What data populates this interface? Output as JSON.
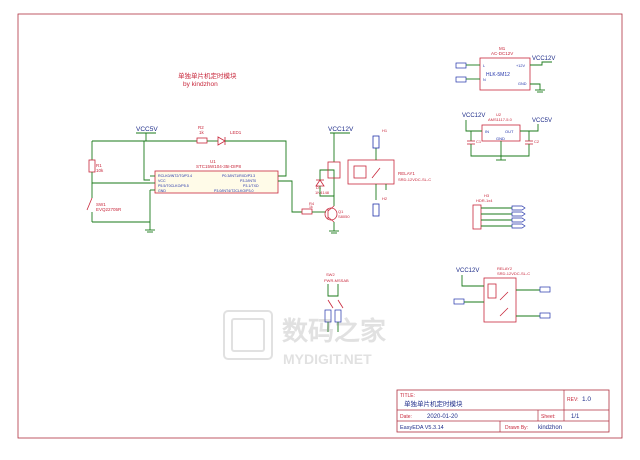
{
  "project_note": {
    "title": "单独单片机定时模块",
    "by": "by  kindzhon"
  },
  "power_labels": {
    "vcc5v_left": "VCC5V",
    "vcc12v_mid": "VCC12V",
    "vcc12v_m1": "VCC12V",
    "vcc12v_u2": "VCC12V",
    "vcc5v_u2": "VCC5V",
    "vcc12v_relay2": "VCC12V"
  },
  "components": {
    "r2": {
      "ref": "R2",
      "value": "1k"
    },
    "led1": {
      "ref": "LED1"
    },
    "r1": {
      "ref": "R1",
      "value": "10k"
    },
    "sw1": {
      "ref": "SW1",
      "value": "EVQ22705R"
    },
    "u1": {
      "ref": "U1",
      "part": "STC15W104-35I-DIP8",
      "pins_left": [
        "RCLK0/INT2/T0/P3.4",
        "VCC",
        "P5.5/T0CLKO/P5.5",
        "GND"
      ],
      "pins_right": [
        "P0.3/INT1/RXD/P3.3",
        "P3.2/INT0",
        "P3.1/TXD",
        "P3.0/INT4/T2CLKO/P3.0"
      ]
    },
    "d1": {
      "ref": "D1",
      "value": "1N4148"
    },
    "q1": {
      "ref": "Q1",
      "value": "S8050"
    },
    "r4": {
      "ref": "R4",
      "value": "1k"
    },
    "relay1": {
      "ref": "RELAY1",
      "value": "SRD-12VDC-SL-C"
    },
    "h1": {
      "ref": "H1"
    },
    "h2": {
      "ref": "H2"
    },
    "m1": {
      "ref": "M1",
      "value": "AC-DC12V",
      "part": "HLK-5M12",
      "pin_plus": "+12V",
      "pin_gnd": "GND",
      "pin_l": "L",
      "pin_n": "N"
    },
    "u2": {
      "ref": "U2",
      "part": "AMS1117-5.0",
      "pin_in": "IN",
      "pin_out": "OUT",
      "pin_gnd": "GND"
    },
    "c1": {
      "ref": "C1"
    },
    "c2": {
      "ref": "C2"
    },
    "h3": {
      "ref": "H3",
      "part": "HDR-1x4"
    },
    "relay2": {
      "ref": "RELAY2",
      "value": "SRD-12VDC-SL-C"
    },
    "sw2": {
      "ref": "SW2",
      "part": "PWR-MSSAB"
    }
  },
  "title_block": {
    "title_label": "TITLE:",
    "title_value": "单独单片机定时模块",
    "rev_label": "REV:",
    "rev_value": "1.0",
    "date_label": "Date:",
    "date_value": "2020-01-20",
    "sheet_label": "Sheet:",
    "sheet_value": "1/1",
    "company": "EasyEDA V5.3.14",
    "drawn_by_label": "Drawn By:",
    "drawn_by_value": "kindzhon"
  },
  "watermark": {
    "cn": "数码之家",
    "en": "MYDIGIT.NET"
  },
  "colors": {
    "wire": "#1a7a1a",
    "part": "#c8283c",
    "pin": "#2233aa",
    "label": "#1f2d8a",
    "border": "#b03040"
  }
}
